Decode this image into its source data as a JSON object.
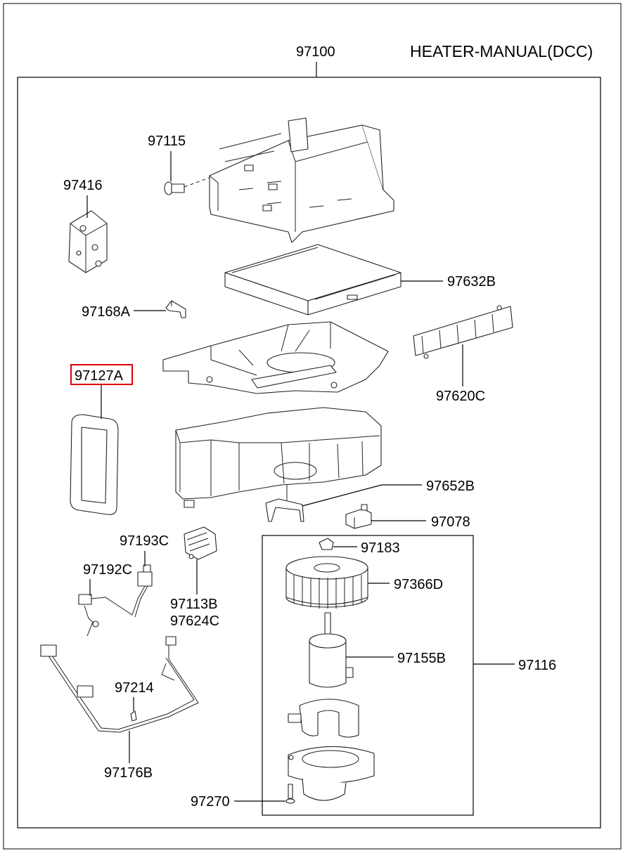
{
  "diagram": {
    "title": "HEATER-MANUAL(DCC)",
    "assembly_number": "97100",
    "highlighted_part": "97127A",
    "highlight_color": "#e0000a",
    "parts": {
      "p97115": "97115",
      "p97416": "97416",
      "p97632B": "97632B",
      "p97168A": "97168A",
      "p97127A": "97127A",
      "p97620C": "97620C",
      "p97652B": "97652B",
      "p97078": "97078",
      "p97193C": "97193C",
      "p97192C": "97192C",
      "p97113B": "97113B",
      "p97624C": "97624C",
      "p97183": "97183",
      "p97366D": "97366D",
      "p97155B": "97155B",
      "p97116": "97116",
      "p97214": "97214",
      "p97176B": "97176B",
      "p97270": "97270"
    }
  }
}
